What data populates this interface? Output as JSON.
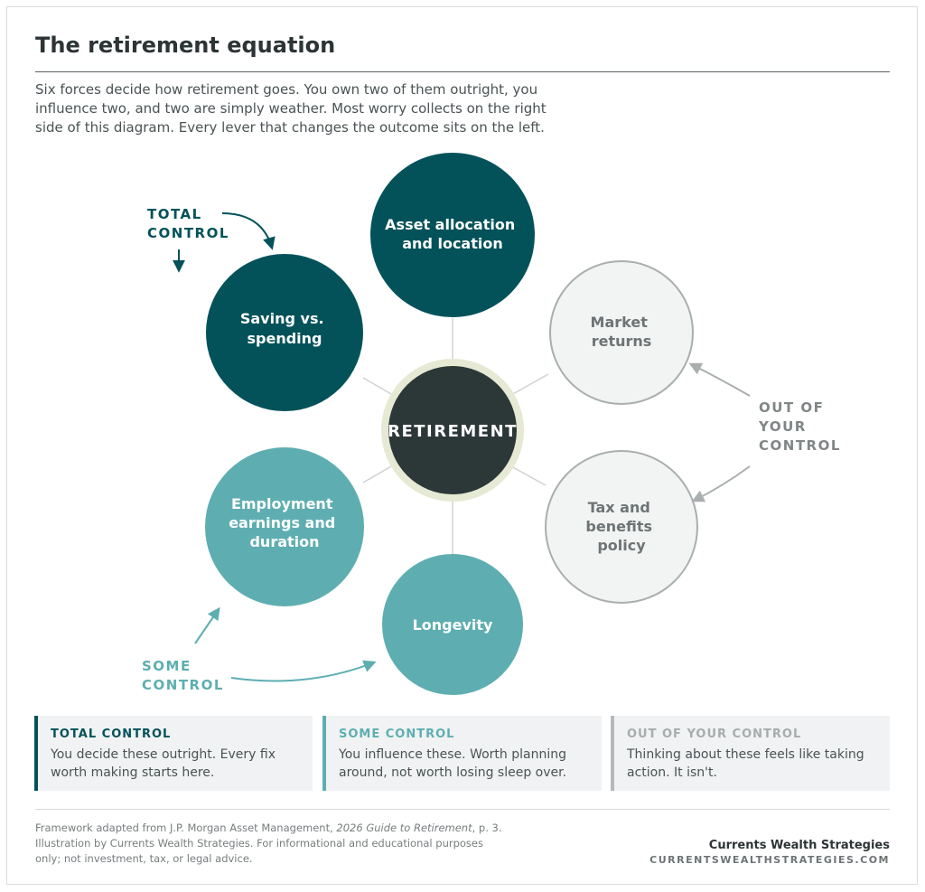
{
  "title": "The retirement equation",
  "intro": "Six forces decide how retirement goes. You own two of them outright, you influence two, and two are simply weather. Most worry collects on the right side of this diagram. Every lever that changes the outcome sits on the left.",
  "colors": {
    "total": "#03525a",
    "some": "#5eaeb1",
    "out_fill": "#f2f3f3",
    "out_stroke": "#a9aeae",
    "out_text": "#6e7475",
    "center": "#2c3738",
    "center_ring": "#e6e9d3"
  },
  "diagram": {
    "center_label": "RETIREMENT",
    "nodes": [
      {
        "id": "asset",
        "lines": [
          "Asset allocation",
          "and location"
        ],
        "group": "total"
      },
      {
        "id": "saving",
        "lines": [
          "Saving vs.",
          "spending"
        ],
        "group": "total"
      },
      {
        "id": "market",
        "lines": [
          "Market",
          "returns"
        ],
        "group": "out"
      },
      {
        "id": "tax",
        "lines": [
          "Tax and",
          "benefits",
          "policy"
        ],
        "group": "out"
      },
      {
        "id": "employment",
        "lines": [
          "Employment",
          "earnings and",
          "duration"
        ],
        "group": "some"
      },
      {
        "id": "longevity",
        "lines": [
          "Longevity"
        ],
        "group": "some"
      }
    ],
    "group_labels": {
      "total": [
        "TOTAL",
        "CONTROL"
      ],
      "some": [
        "SOME",
        "CONTROL"
      ],
      "out": [
        "OUT OF",
        "YOUR",
        "CONTROL"
      ]
    }
  },
  "cards": [
    {
      "key": "total",
      "caption": "TOTAL CONTROL",
      "text": "You decide these outright. Every fix worth making starts here."
    },
    {
      "key": "some",
      "caption": "SOME CONTROL",
      "text": "You influence these. Worth planning around, not worth losing sleep over."
    },
    {
      "key": "out",
      "caption": "OUT OF YOUR CONTROL",
      "text": "Thinking about these feels like taking action. It isn't."
    }
  ],
  "footer": {
    "source_prefix": "Framework adapted from J.P. Morgan Asset Management, ",
    "source_title": "2026 Guide to Retirement",
    "source_suffix": ", p. 3.",
    "credit": "Illustration by Currents Wealth Strategies. For informational and educational purposes only; not investment, tax, or legal advice.",
    "brand_name": "Currents Wealth Strategies",
    "brand_url": "CURRENTSWEALTHSTRATEGIES.COM"
  }
}
